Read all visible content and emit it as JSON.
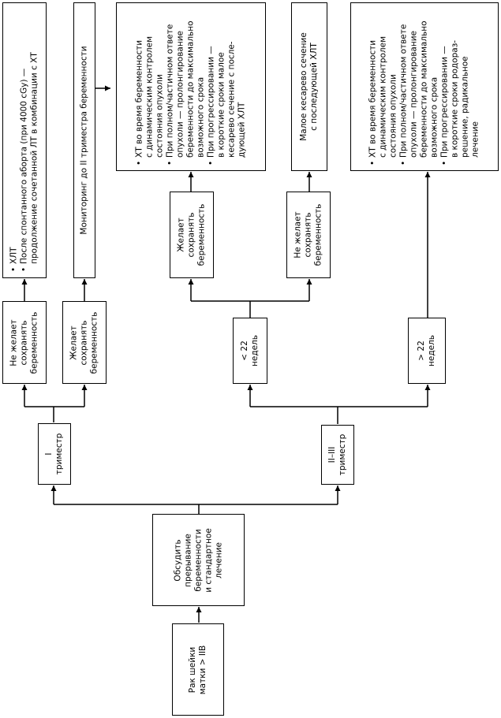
{
  "nodes": {
    "start": [
      "Рак шейки",
      "матки > IIB"
    ],
    "discuss": [
      "Обсудить",
      "прерывание",
      "беременности",
      "и стандартное",
      "лечение"
    ],
    "trim1": [
      "I",
      "триместр"
    ],
    "trim23": [
      "II–III",
      "триместр"
    ],
    "t1_no": [
      "Не желает",
      "сохранять",
      "беременность"
    ],
    "t1_yes": [
      "Желает",
      "сохранять",
      "беременность"
    ],
    "t1_no_result": [
      [
        "ХЛТ"
      ],
      [
        "После спонтанного аборта (при 4000 сGy) —",
        "продолжение сочетанной ЛТ в комбинации с ХТ"
      ]
    ],
    "t1_yes_result": [
      "Мониторинг до II триместра беременности"
    ],
    "lt22": [
      "< 22",
      "недель"
    ],
    "gt22": [
      "> 22",
      "недель"
    ],
    "lt22_yes": [
      "Желает",
      "сохранять",
      "беременность"
    ],
    "lt22_no": [
      "Не желает",
      "сохранять",
      "беременность"
    ],
    "lt22_yes_result": [
      [
        "ХТ во время беременности",
        "с динамическим контролем",
        "состояния опухоли"
      ],
      [
        "При полном/частичном ответе",
        "опухоли — пролонгирование",
        "беременности до максимально",
        "возможного срока"
      ],
      [
        "При прогрессировании —",
        "в короткие сроки малое",
        "кесарево сечение с после-",
        "дующей ХЛТ"
      ]
    ],
    "lt22_no_result": [
      "Малое кесарево сечение",
      "с последующей ХЛТ"
    ],
    "gt22_result": [
      [
        "ХТ во время беременности",
        "с динамическим контролем",
        "состояния опухоли"
      ],
      [
        "При полном/частичном ответе",
        "опухоли — пролонгирование",
        "беременности до максимально",
        "возможного срока"
      ],
      [
        "При прогрессировании —",
        "в короткие сроки родораз-",
        "решение, радикальное",
        "лечение"
      ]
    ]
  }
}
